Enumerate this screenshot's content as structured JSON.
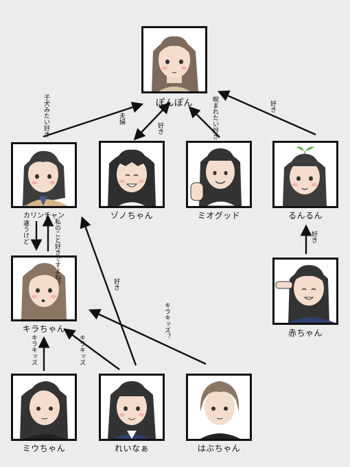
{
  "people": {
    "ponpon": "ぽんぽん",
    "karin": "カリンチャン",
    "zono": "ゾノちゃん",
    "mio": "ミオグッド",
    "runrun": "るんるん",
    "kira": "キラちゃん",
    "aka": "赤ちゃん",
    "miu": "ミウちゃん",
    "reina": "れいなぁ",
    "habu": "はぶちゃん"
  },
  "relations": {
    "karin_to_ponpon": "子犬みたい好き",
    "zono_ponpon": "夫婦",
    "zono_ponpon_like": "好き",
    "mio_to_ponpon": "睨まれたい好き",
    "runrun_to_ponpon": "好き",
    "karin_to_kira": "違うけど",
    "kira_to_karin": "私のこと好きですよね？",
    "aka_to_runrun": "好き",
    "reina_to_karin": "好き",
    "habu_to_kira": "キラキッズ？",
    "miu_to_kira": "キラキッズ",
    "reina_to_kira": "キラキッズ"
  }
}
